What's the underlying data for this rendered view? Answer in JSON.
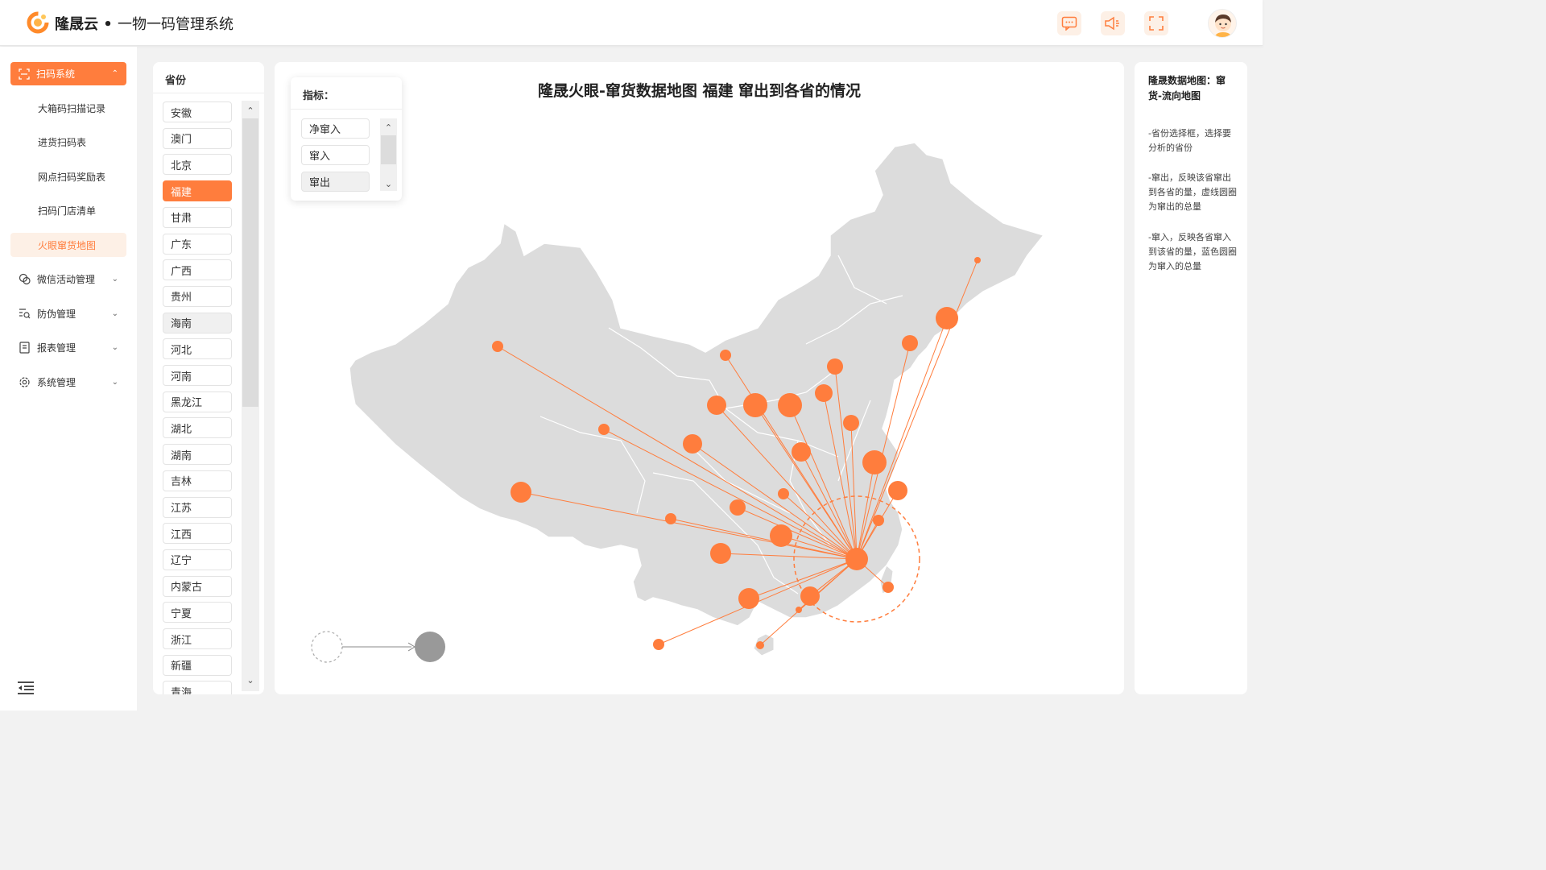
{
  "header": {
    "brand": "隆晟云",
    "separator": " • ",
    "title": "一物一码管理系统"
  },
  "sidebar": {
    "active_menu": "扫码系统",
    "sub_items": [
      "大箱码扫描记录",
      "进货扫码表",
      "网点扫码奖励表",
      "扫码门店清单",
      "火眼窜货地图"
    ],
    "selected_sub": "火眼窜货地图",
    "menus": [
      "微信活动管理",
      "防伪管理",
      "报表管理",
      "系统管理"
    ]
  },
  "province_panel": {
    "title": "省份",
    "provinces": [
      "安徽",
      "澳门",
      "北京",
      "福建",
      "甘肃",
      "广东",
      "广西",
      "贵州",
      "海南",
      "河北",
      "河南",
      "黑龙江",
      "湖北",
      "湖南",
      "吉林",
      "江苏",
      "江西",
      "辽宁",
      "内蒙古",
      "宁夏",
      "浙江",
      "新疆",
      "青海"
    ],
    "selected": "福建",
    "hovered": "海南"
  },
  "map": {
    "title": "隆晟火眼-窜货数据地图 福建 窜出到各省的情况",
    "metric_label": "指标：",
    "metrics": [
      "净窜入",
      "窜入",
      "窜出"
    ],
    "selected_metric": "窜出",
    "colors": {
      "accent": "#ff7d3d",
      "land": "#dcdcdc",
      "legend_circle": "#999999"
    }
  },
  "description": {
    "title": "隆晟数据地图：窜货-流向地图",
    "paragraphs": [
      "-省份选择框，选择要分析的省份",
      "-窜出，反映该省窜出到各省的量，虚线圆圈为窜出的总量",
      "-窜入，反映各省窜入到该省的量，蓝色圆圈为窜入的总量"
    ]
  }
}
